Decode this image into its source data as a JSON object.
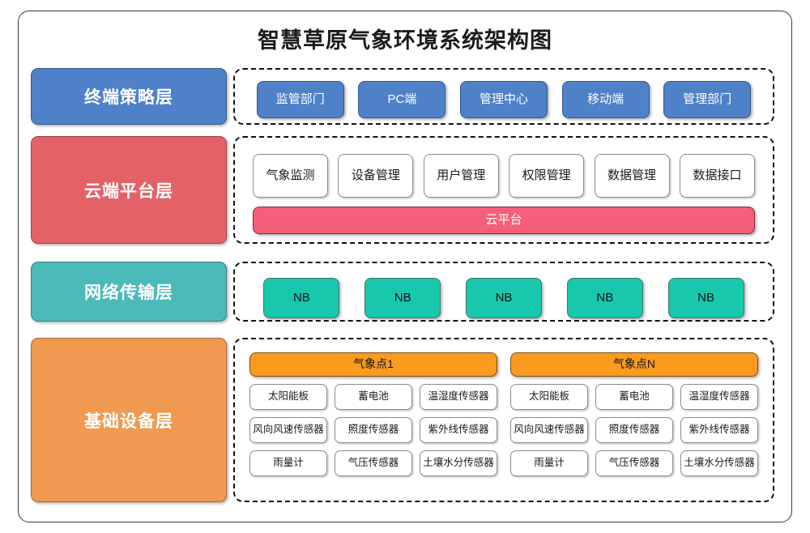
{
  "diagram": {
    "title": "智慧草原气象环境系统架构图",
    "colors": {
      "terminal_layer": "#4E81C8",
      "cloud_layer": "#E36268",
      "network_layer": "#4BBAB9",
      "infrastructure_layer": "#EF9A50",
      "cloud_platform_bar": "#F4607B",
      "nb_node": "#17C8AC",
      "station_header": "#FA9A1E",
      "frame_border": "#3a3a3a"
    },
    "layers": [
      {
        "id": "terminal",
        "label": "终端策略层",
        "nodes": [
          "监管部门",
          "PC端",
          "管理中心",
          "移动端",
          "管理部门"
        ]
      },
      {
        "id": "cloud",
        "label": "云端平台层",
        "nodes": [
          "气象监测",
          "设备管理",
          "用户管理",
          "权限管理",
          "数据管理",
          "数据接口"
        ],
        "platform_bar": "云平台"
      },
      {
        "id": "network",
        "label": "网络传输层",
        "nodes": [
          "NB",
          "NB",
          "NB",
          "NB",
          "NB"
        ]
      },
      {
        "id": "infrastructure",
        "label": "基础设备层",
        "stations": [
          {
            "header": "气象点1",
            "sensors": [
              "太阳能板",
              "蓄电池",
              "温湿度传感器",
              "风向风速传感器",
              "照度传感器",
              "紫外线传感器",
              "雨量计",
              "气压传感器",
              "土壤水分传感器"
            ]
          },
          {
            "header": "气象点N",
            "sensors": [
              "太阳能板",
              "蓄电池",
              "温湿度传感器",
              "风向风速传感器",
              "照度传感器",
              "紫外线传感器",
              "雨量计",
              "气压传感器",
              "土壤水分传感器"
            ]
          }
        ]
      }
    ]
  }
}
